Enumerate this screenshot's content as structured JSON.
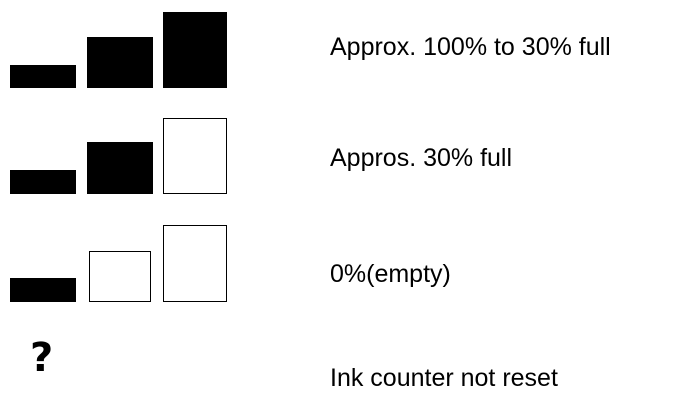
{
  "legend": {
    "rows": [
      {
        "label": "Approx. 100% to 30% full",
        "level": "full",
        "bars_filled": 3,
        "bars_total": 3
      },
      {
        "label": "Appros. 30% full",
        "level": "low",
        "bars_filled": 2,
        "bars_total": 3
      },
      {
        "label": "0%(empty)",
        "level": "empty",
        "bars_filled": 1,
        "bars_total": 3
      },
      {
        "label": "Ink counter not reset",
        "level": "unknown",
        "icon": "question-mark-icon",
        "symbol": "?"
      }
    ]
  },
  "colors": {
    "filled": "#000000",
    "empty": "#ffffff",
    "outline": "#000000"
  }
}
